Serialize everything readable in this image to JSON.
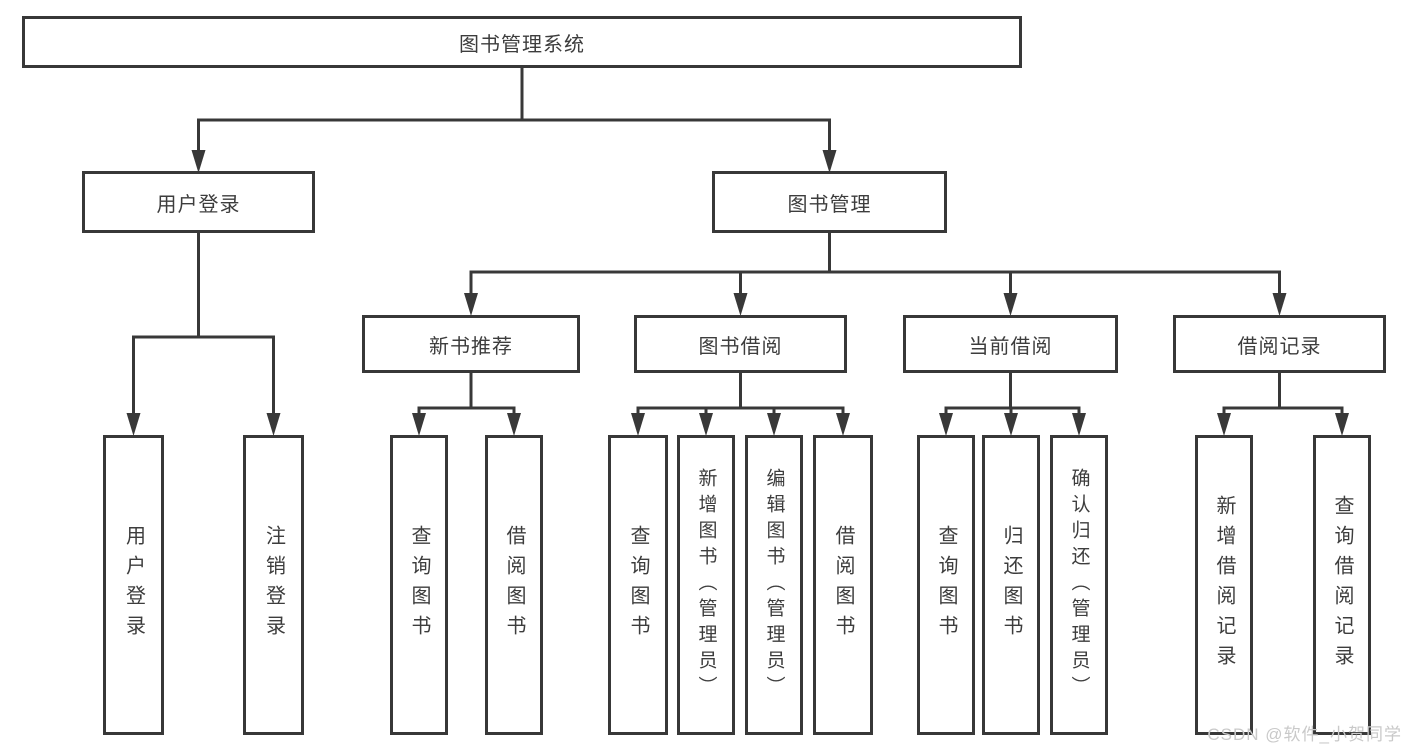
{
  "diagram": {
    "title": "图书管理系统",
    "level2": {
      "user_login": "用户登录",
      "book_management": "图书管理"
    },
    "level3": {
      "new_book_recommend": "新书推荐",
      "book_borrowing": "图书借阅",
      "current_borrowing": "当前借阅",
      "borrowing_records": "借阅记录"
    },
    "leaves": {
      "user_login": "用户登录",
      "logout": "注销登录",
      "nb_query_books": "查询图书",
      "nb_borrow_books": "借阅图书",
      "bb_query_books": "查询图书",
      "bb_add_books_admin": "新增图书（管理员）",
      "bb_edit_books_admin": "编辑图书（管理员）",
      "bb_borrow_books": "借阅图书",
      "cb_query_books": "查询图书",
      "cb_return_books": "归还图书",
      "cb_confirm_return_admin": "确认归还（管理员）",
      "br_add_record": "新增借阅记录",
      "br_query_record": "查询借阅记录"
    }
  },
  "watermark": "CSDN @软件_小贺同学",
  "colors": {
    "line": "#383838",
    "text": "#3d3d3d",
    "watermark": "#c9c9c9",
    "background": "#ffffff"
  }
}
